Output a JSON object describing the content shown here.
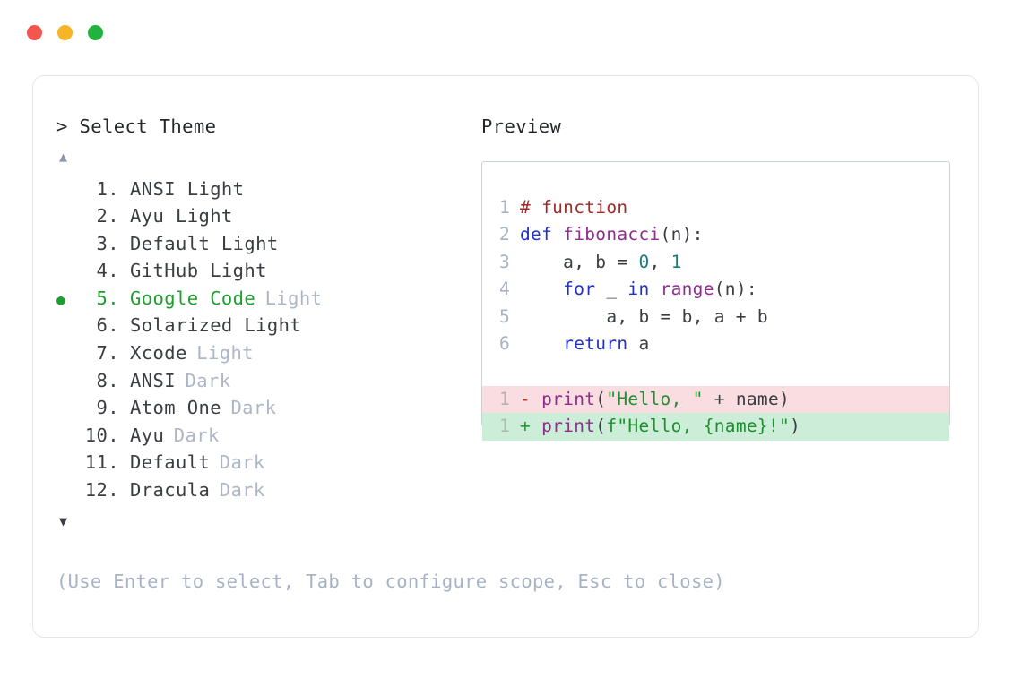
{
  "window": {
    "traffic_lights": [
      {
        "name": "close",
        "color": "#F2574F"
      },
      {
        "name": "minimize",
        "color": "#F6B426"
      },
      {
        "name": "maximize",
        "color": "#22B33C"
      }
    ]
  },
  "selector": {
    "prompt": "> Select Theme",
    "scroll_up_icon": "▲",
    "scroll_down_icon": "▼",
    "selected_index": 5,
    "selected_bullet": "●",
    "items": [
      {
        "number": "1.",
        "name": "ANSI Light",
        "suffix": "",
        "selected": false
      },
      {
        "number": "2.",
        "name": "Ayu Light",
        "suffix": "",
        "selected": false
      },
      {
        "number": "3.",
        "name": "Default Light",
        "suffix": "",
        "selected": false
      },
      {
        "number": "4.",
        "name": "GitHub Light",
        "suffix": "",
        "selected": false
      },
      {
        "number": "5.",
        "name": "Google Code",
        "suffix": "Light",
        "selected": true
      },
      {
        "number": "6.",
        "name": "Solarized Light",
        "suffix": "",
        "selected": false
      },
      {
        "number": "7.",
        "name": "Xcode",
        "suffix": "Light",
        "selected": false
      },
      {
        "number": "8.",
        "name": "ANSI",
        "suffix": "Dark",
        "selected": false
      },
      {
        "number": "9.",
        "name": "Atom One",
        "suffix": "Dark",
        "selected": false
      },
      {
        "number": "10.",
        "name": "Ayu",
        "suffix": "Dark",
        "selected": false
      },
      {
        "number": "11.",
        "name": "Default",
        "suffix": "Dark",
        "selected": false
      },
      {
        "number": "12.",
        "name": "Dracula",
        "suffix": "Dark",
        "selected": false
      }
    ],
    "footer_hint": "(Use Enter to select, Tab to configure scope, Esc to close)"
  },
  "preview": {
    "label": "Preview",
    "code_lines": [
      {
        "num": "1",
        "tokens": [
          {
            "t": "# function",
            "c": "comment"
          }
        ]
      },
      {
        "num": "2",
        "tokens": [
          {
            "t": "def ",
            "c": "keyword"
          },
          {
            "t": "fibonacci",
            "c": "func"
          },
          {
            "t": "(n):",
            "c": "plain"
          }
        ]
      },
      {
        "num": "3",
        "tokens": [
          {
            "t": "    a, b = ",
            "c": "plain"
          },
          {
            "t": "0",
            "c": "num"
          },
          {
            "t": ", ",
            "c": "plain"
          },
          {
            "t": "1",
            "c": "num"
          }
        ]
      },
      {
        "num": "4",
        "tokens": [
          {
            "t": "    ",
            "c": "plain"
          },
          {
            "t": "for",
            "c": "keyword"
          },
          {
            "t": " _ ",
            "c": "plain"
          },
          {
            "t": "in",
            "c": "keyword"
          },
          {
            "t": " ",
            "c": "plain"
          },
          {
            "t": "range",
            "c": "func"
          },
          {
            "t": "(n):",
            "c": "plain"
          }
        ]
      },
      {
        "num": "5",
        "tokens": [
          {
            "t": "        a, b = b, a + b",
            "c": "plain"
          }
        ]
      },
      {
        "num": "6",
        "tokens": [
          {
            "t": "    ",
            "c": "plain"
          },
          {
            "t": "return",
            "c": "keyword"
          },
          {
            "t": " a",
            "c": "plain"
          }
        ]
      }
    ],
    "diff_lines": [
      {
        "num": "1",
        "kind": "del",
        "marker": "-",
        "tokens": [
          {
            "t": " ",
            "c": "plain"
          },
          {
            "t": "print",
            "c": "func"
          },
          {
            "t": "(",
            "c": "plain"
          },
          {
            "t": "\"Hello, \"",
            "c": "str"
          },
          {
            "t": " + name)",
            "c": "plain"
          }
        ]
      },
      {
        "num": "1",
        "kind": "add",
        "marker": "+",
        "tokens": [
          {
            "t": " ",
            "c": "plain"
          },
          {
            "t": "print",
            "c": "func"
          },
          {
            "t": "(",
            "c": "plain"
          },
          {
            "t": "f\"Hello, {name}!\"",
            "c": "str"
          },
          {
            "t": ")",
            "c": "plain"
          }
        ]
      }
    ]
  },
  "colors": {
    "accent_green": "#1E9E30",
    "muted_text": "#AEB6C6",
    "body_text": "#3A3D42",
    "panel_border": "#C9D1DD",
    "card_border": "#E3E6EB",
    "diff_del_bg": "#FADDE1",
    "diff_add_bg": "#CCEDD8"
  }
}
